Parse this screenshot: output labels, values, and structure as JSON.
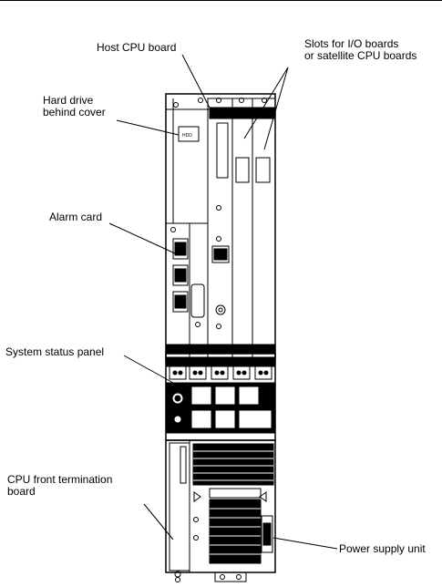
{
  "labels": {
    "host_cpu": "Host CPU board",
    "slots_line1": "Slots for I/O boards",
    "slots_line2": "or satellite CPU boards",
    "hard_drive_line1": "Hard drive",
    "hard_drive_line2": "behind cover",
    "alarm_card": "Alarm card",
    "status_panel": "System status panel",
    "cpu_term_line1": "CPU front termination",
    "cpu_term_line2": "board",
    "psu": "Power supply unit"
  }
}
